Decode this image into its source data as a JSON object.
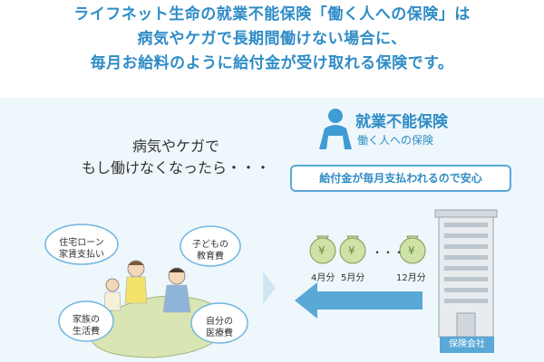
{
  "header": {
    "lines": [
      "ライフネット生命の就業不能保険「働く人への保険」は",
      "病気やケガで長期間働けない場合に、",
      "毎月お給料のように給付金が受け取れる保険です。"
    ]
  },
  "condition": {
    "line1": "病気やケガで",
    "line2": "もし働けなくなったら・・・"
  },
  "product": {
    "title": "就業不能保険",
    "subtitle": "働く人への保険"
  },
  "relief_banner": "給付金が毎月支払われるので安心",
  "bubbles": {
    "housing": [
      "住宅ローン",
      "家賃支払い"
    ],
    "children": [
      "子どもの",
      "教育費"
    ],
    "family": [
      "家族の",
      "生活費"
    ],
    "medical": [
      "自分の",
      "医療費"
    ]
  },
  "months": [
    "4月分",
    "5月分",
    "12月分"
  ],
  "ellipsis": "・・・",
  "yen_symbol": "¥",
  "company_label": "保険会社",
  "colors": {
    "accent": "#2f8cc6",
    "light_blue": "#5aa8d6",
    "bag": "#cfe3a6",
    "background": "#eef7fc"
  }
}
